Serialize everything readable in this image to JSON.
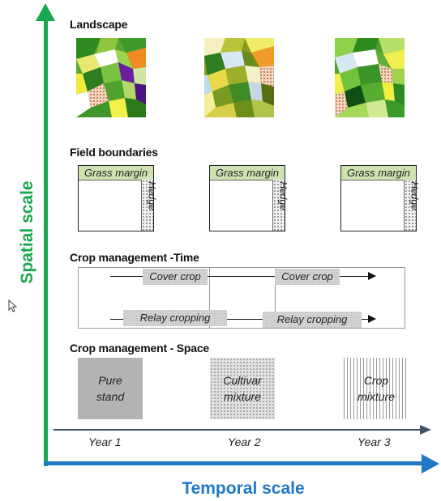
{
  "axes": {
    "spatial_label": "Spatial scale",
    "temporal_label": "Temporal scale",
    "spatial_color": "#1aa84e",
    "temporal_color": "#1f78c8"
  },
  "sections": {
    "landscape": "Landscape",
    "field_boundaries": "Field boundaries",
    "crop_time": "Crop management -Time",
    "crop_space": "Crop management - Space"
  },
  "boundaries": {
    "grass_margin": "Grass margin",
    "hedge": "Hedge"
  },
  "timeline": {
    "cover_crop": "Cover crop",
    "relay_cropping": "Relay cropping"
  },
  "space": {
    "pure_stand_line1": "Pure",
    "pure_stand_line2": "stand",
    "cultivar_line1": "Cultivar",
    "cultivar_line2": "mixture",
    "crop_line1": "Crop",
    "crop_line2": "mixture"
  },
  "years": [
    "Year 1",
    "Year 2",
    "Year 3"
  ]
}
